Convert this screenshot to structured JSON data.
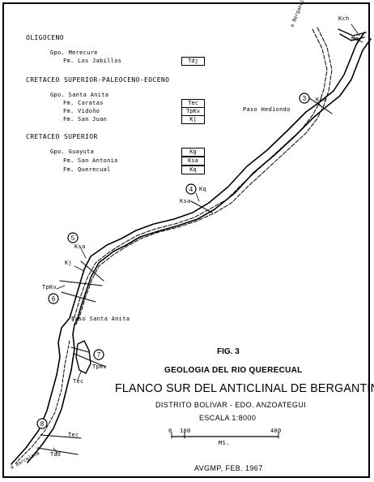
{
  "legend": {
    "sections": [
      {
        "title": "OLIGOCENO",
        "items": [
          {
            "name": "Gpo. Merecure",
            "code": ""
          },
          {
            "name": "Fm. Los Jabillos",
            "code": "Tdj"
          }
        ]
      },
      {
        "title": "CRETACEO SUPERIOR-PALEOCENO-EOCENO",
        "items": [
          {
            "name": "Gpo. Santa Anita",
            "code": ""
          },
          {
            "name": "Fm. Caratas",
            "code": "Tec"
          },
          {
            "name": "Fm. Vidoño",
            "code": "TpKv"
          },
          {
            "name": "Fm. San Juan",
            "code": "Kj"
          }
        ]
      },
      {
        "title": "CRETACEO SUPERIOR",
        "items": [
          {
            "name": "Gpo. Guayuta",
            "code": "Kg"
          },
          {
            "name": "Fm. San Antonio",
            "code": "Ksa"
          },
          {
            "name": "Fm. Querecual",
            "code": "Kq"
          }
        ]
      }
    ]
  },
  "map_labels": {
    "road_top": "a Bergantín",
    "road_bottom": "a Barcelona",
    "kch": "Kch",
    "nq": "Nq",
    "paso_hediondo": "Paso Hediondo",
    "ksa_3": "Ksa",
    "kq_4": "Kq",
    "ksa_4": "Ksa",
    "ksa_5": "Ksa",
    "kj_5": "Kj",
    "tpkv_6": "TpKv",
    "paso_santa_anita": "Paso Santa Anita",
    "tpkv_7": "TpKv",
    "tec_7": "Tec",
    "tec_8": "Tec",
    "tdj_8": "TdJ"
  },
  "stations": [
    "3",
    "4",
    "5",
    "6",
    "7",
    "8"
  ],
  "title_block": {
    "fig": "FIG. 3",
    "subtitle": "GEOLOGIA DEL RIO QUERECUAL",
    "title": "FLANCO SUR DEL ANTICLINAL DE BERGANTIN",
    "district": "DISTRITO BOLIVAR - EDO. ANZOATEGUI",
    "scale": "ESCALA 1:8000",
    "credit": "AVGMP, FEB. 1967"
  },
  "scale_bar": {
    "ticks": [
      "0",
      "100",
      "400"
    ],
    "unit": "MS."
  },
  "colors": {
    "ink": "#000000",
    "paper": "#ffffff"
  }
}
